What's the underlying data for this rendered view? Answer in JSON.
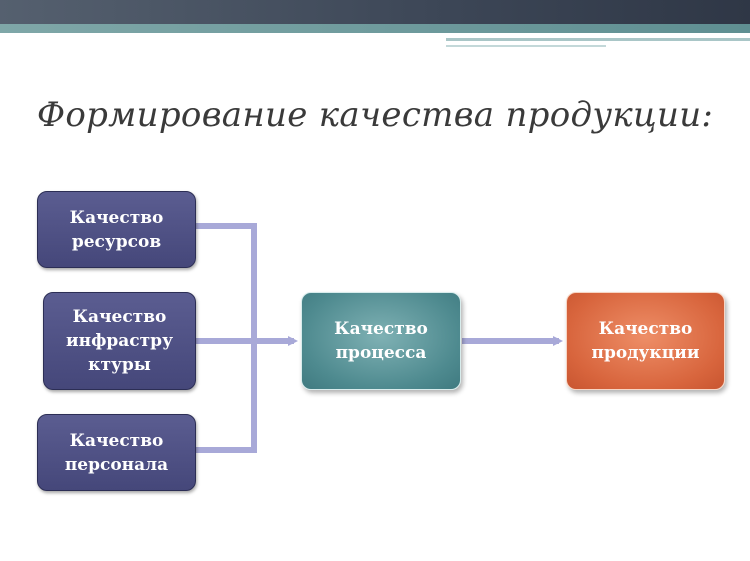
{
  "title": "Формирование качества продукции:",
  "inputs": [
    {
      "label": "Качество\nресурсов"
    },
    {
      "label": "Качество\nинфрастру\nктуры"
    },
    {
      "label": "Качество\nперсонала"
    }
  ],
  "process": {
    "label": "Качество\nпроцесса"
  },
  "result": {
    "label": "Качество\nпродукции"
  },
  "colors": {
    "input_box": "#4f5186",
    "process_box": "#5f979b",
    "result_box": "#e0703f",
    "connector": "#a8a9d8"
  }
}
